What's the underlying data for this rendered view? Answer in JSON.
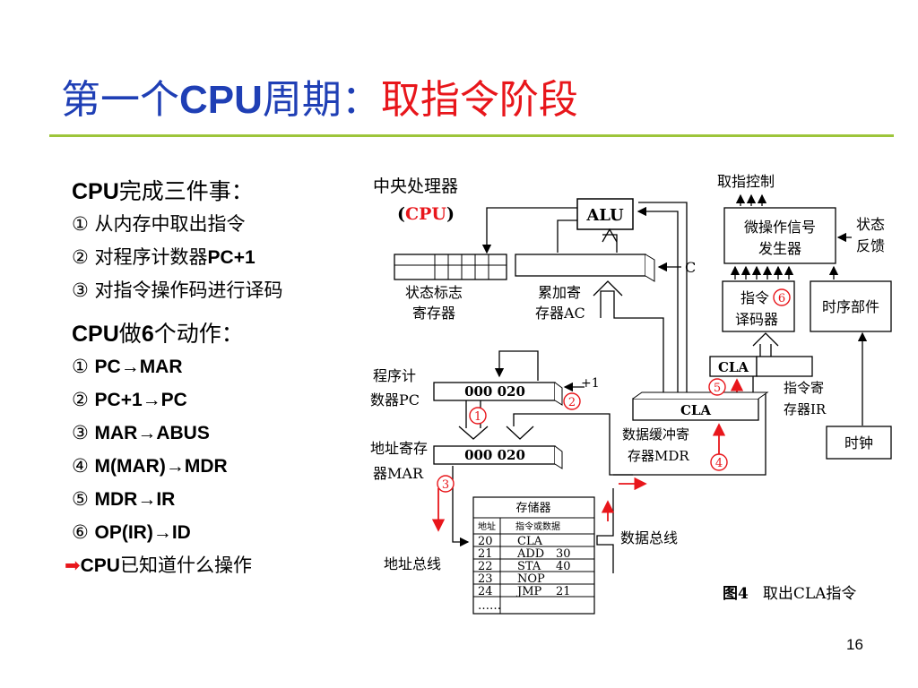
{
  "slide": {
    "title_part1": "第一个",
    "title_cpu": "CPU",
    "title_part2": "周期：",
    "title_highlight": "取指令阶段",
    "page_number": "16"
  },
  "left": {
    "heading1_b": "CPU",
    "heading1_rest": "完成三件事：",
    "tasks": [
      "① 从内存中取出指令",
      "② 对程序计数器",
      "③ 对指令操作码进行译码"
    ],
    "task2_b": "PC+1",
    "heading2_b1": "CPU",
    "heading2_mid": "做",
    "heading2_b2": "6",
    "heading2_rest": "个动作：",
    "actions": [
      {
        "num": "①",
        "text": "PC→MAR"
      },
      {
        "num": "②",
        "text": "PC+1→PC"
      },
      {
        "num": "③",
        "text": "MAR→ABUS"
      },
      {
        "num": "④",
        "text": "M(MAR)→MDR"
      },
      {
        "num": "⑤",
        "text": "MDR→IR"
      },
      {
        "num": "⑥",
        "text": "OP(IR)→ID"
      }
    ],
    "conclusion_arrow": "➡",
    "conclusion_b": "CPU",
    "conclusion_rest": "已知道什么操作"
  },
  "diagram": {
    "cpu_label": "中央处理器",
    "cpu_paren_open": "(",
    "cpu_abbr": "CPU",
    "cpu_paren_close": ")",
    "alu": "ALU",
    "fetch_control": "取指控制",
    "micro_op_gen_line1": "微操作信号",
    "micro_op_gen_line2": "发生器",
    "status_feedback_line1": "状态",
    "status_feedback_line2": "反馈",
    "c_label": "C",
    "status_reg_line1": "状态标志",
    "status_reg_line2": "寄存器",
    "acc_line1": "累加寄",
    "acc_line2": "存器AC",
    "decoder_line1": "指令",
    "decoder_line2": "译码器",
    "timing": "时序部件",
    "pc_line1": "程序计",
    "pc_line2": "数器PC",
    "pc_value": "000   020",
    "plus_one": "+1",
    "ir_content": "CLA",
    "ir_line1": "指令寄",
    "ir_line2": "存器IR",
    "mdr_content": "CLA",
    "mdr_line1": "数据缓冲寄",
    "mdr_line2": "存器MDR",
    "mar_line1": "地址寄存",
    "mar_line2": "器MAR",
    "mar_value": "000  020",
    "clock": "时钟",
    "memory_title": "存储器",
    "memory_header": [
      "地址",
      "指令或数据"
    ],
    "memory_rows": [
      [
        "20",
        "CLA",
        ""
      ],
      [
        "21",
        "ADD",
        "30"
      ],
      [
        "22",
        "STA",
        "40"
      ],
      [
        "23",
        "NOP",
        ""
      ],
      [
        "24",
        "JMP",
        "21"
      ]
    ],
    "memory_more": "……",
    "data_bus": "数据总线",
    "address_bus": "地址总线",
    "figure_caption_a": "图4",
    "figure_caption_b": "取出CLA指令",
    "step_marks": [
      "1",
      "2",
      "3",
      "4",
      "5",
      "6"
    ]
  }
}
